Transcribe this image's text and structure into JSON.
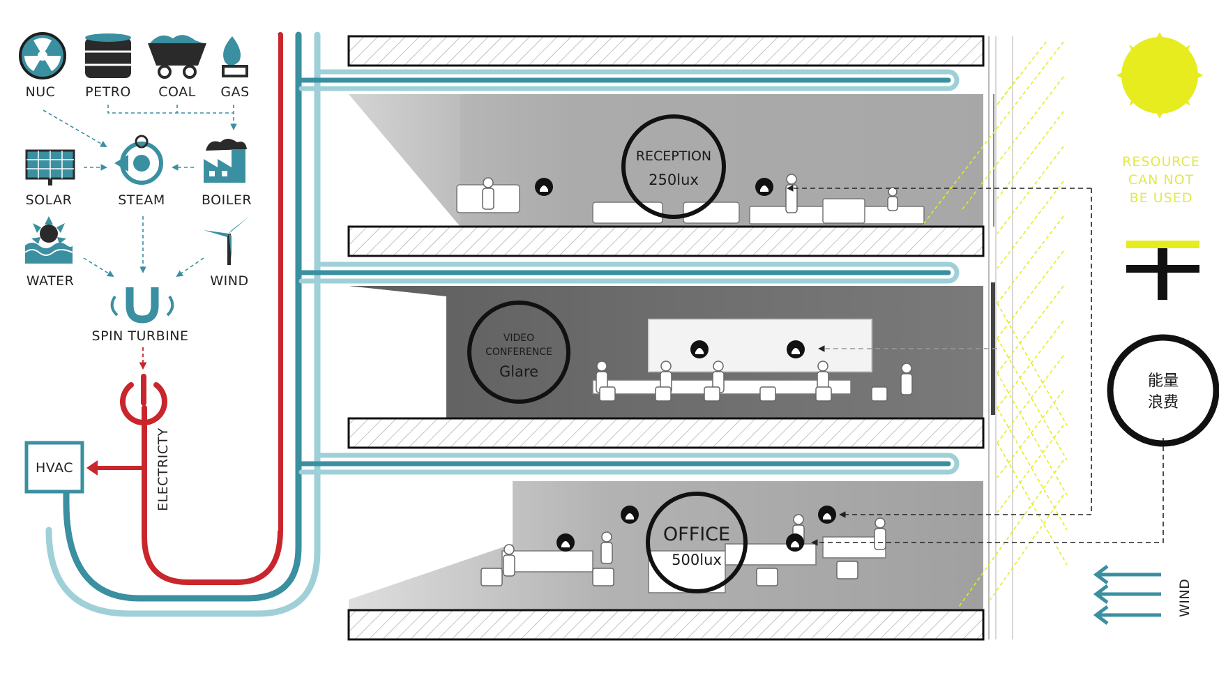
{
  "energy_sources": {
    "nuc": "NUC",
    "petro": "PETRO",
    "coal": "COAL",
    "gas": "GAS",
    "solar": "SOLAR",
    "steam": "STEAM",
    "boiler": "BOILER",
    "water": "WATER",
    "wind": "WIND",
    "spin_turbine": "SPIN TURBINE"
  },
  "system": {
    "hvac": "HVAC",
    "electricity": "ELECTRICTY"
  },
  "rooms": {
    "reception": {
      "name": "RECEPTION",
      "lux": "250lux"
    },
    "conference": {
      "line1": "VIDEO",
      "line2": "CONFERENCE",
      "note": "Glare"
    },
    "office": {
      "name": "OFFICE",
      "lux": "500lux"
    }
  },
  "right_panel": {
    "resource_line1": "RESOURCE",
    "resource_line2": "CAN NOT",
    "resource_line3": "BE USED",
    "waste_line1": "能量",
    "waste_line2": "浪费",
    "wind": "WIND"
  },
  "colors": {
    "pipe_teal": "#3a8fa0",
    "pipe_light": "#9fd0d8",
    "electric_red": "#c8262c",
    "sun_yellow": "#e6ec1e",
    "label_yellow": "#e3e84a",
    "slab_outline": "#111111",
    "interior_gray": "#8e8e8e"
  }
}
